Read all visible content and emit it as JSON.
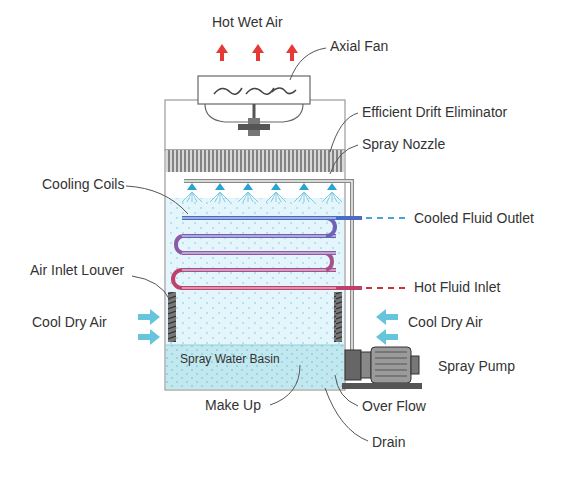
{
  "diagram": {
    "nodes": [
      {
        "text": [
          "Spray Water Basin"
        ]
      }
    ],
    "labels": [
      "Hot Wet Air",
      "Axial Fan",
      "Efficient Drift Eliminator",
      "Spray Nozzle",
      "Cooling Coils",
      "Cooled Fluid Outlet",
      "Air Inlet Louver",
      "Hot Fluid Inlet",
      "Cool Dry Air",
      "Cool Dry Air",
      "Spray Pump",
      "Make Up",
      "Over Flow",
      "Drain"
    ]
  }
}
